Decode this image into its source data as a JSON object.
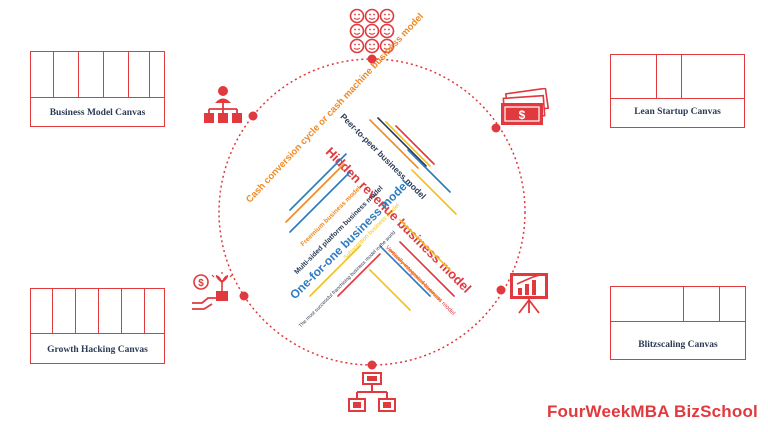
{
  "canvases": {
    "business_model": "Business Model Canvas",
    "lean_startup": "Lean Startup Canvas",
    "growth_hacking": "Growth Hacking Canvas",
    "blitzscaling": "Blitzscaling Canvas"
  },
  "word_cloud": {
    "cash_conversion": "Cash conversion cycle or cash machine business model",
    "peer_to_peer": "Peer-to-peer business model",
    "hidden_revenue": "Hidden revenue business model",
    "one_for_one": "One-for-one business model",
    "multi_sided": "Multi-sided platform business model",
    "freemium": "Freemium business model",
    "subscription": "Subscription business model",
    "vertical_integration": "Vertically integrated business model",
    "most_successful": "The most successful franchising business model in the world"
  },
  "icons": {
    "top": "crowd-faces-icon",
    "top_left": "org-chart-icon",
    "top_right": "money-stack-icon",
    "left": "growth-plant-icon",
    "right": "presentation-chart-icon",
    "bottom": "hierarchy-icon"
  },
  "colors": {
    "accent": "#e0393e",
    "navy": "#2b3a55",
    "orange": "#f08a24",
    "blue": "#2e7bbf",
    "yellow": "#f3c11b"
  },
  "brand": "FourWeekMBA BizSchool"
}
